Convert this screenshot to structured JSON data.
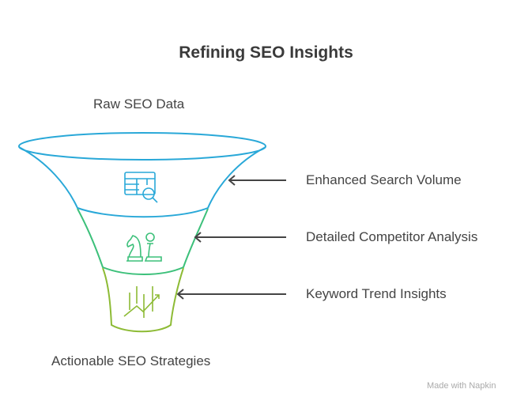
{
  "title": "Refining SEO Insights",
  "top_label": "Raw SEO Data",
  "bottom_label": "Actionable SEO Strategies",
  "stages": [
    {
      "label": "Enhanced Search Volume",
      "icon": "table-search-icon",
      "color": "#29a8d8"
    },
    {
      "label": "Detailed Competitor Analysis",
      "icon": "chess-pieces-icon",
      "color": "#3cc07a"
    },
    {
      "label": "Keyword Trend Insights",
      "icon": "trend-chart-icon",
      "color": "#8dbb35"
    }
  ],
  "watermark": "Made with Napkin"
}
